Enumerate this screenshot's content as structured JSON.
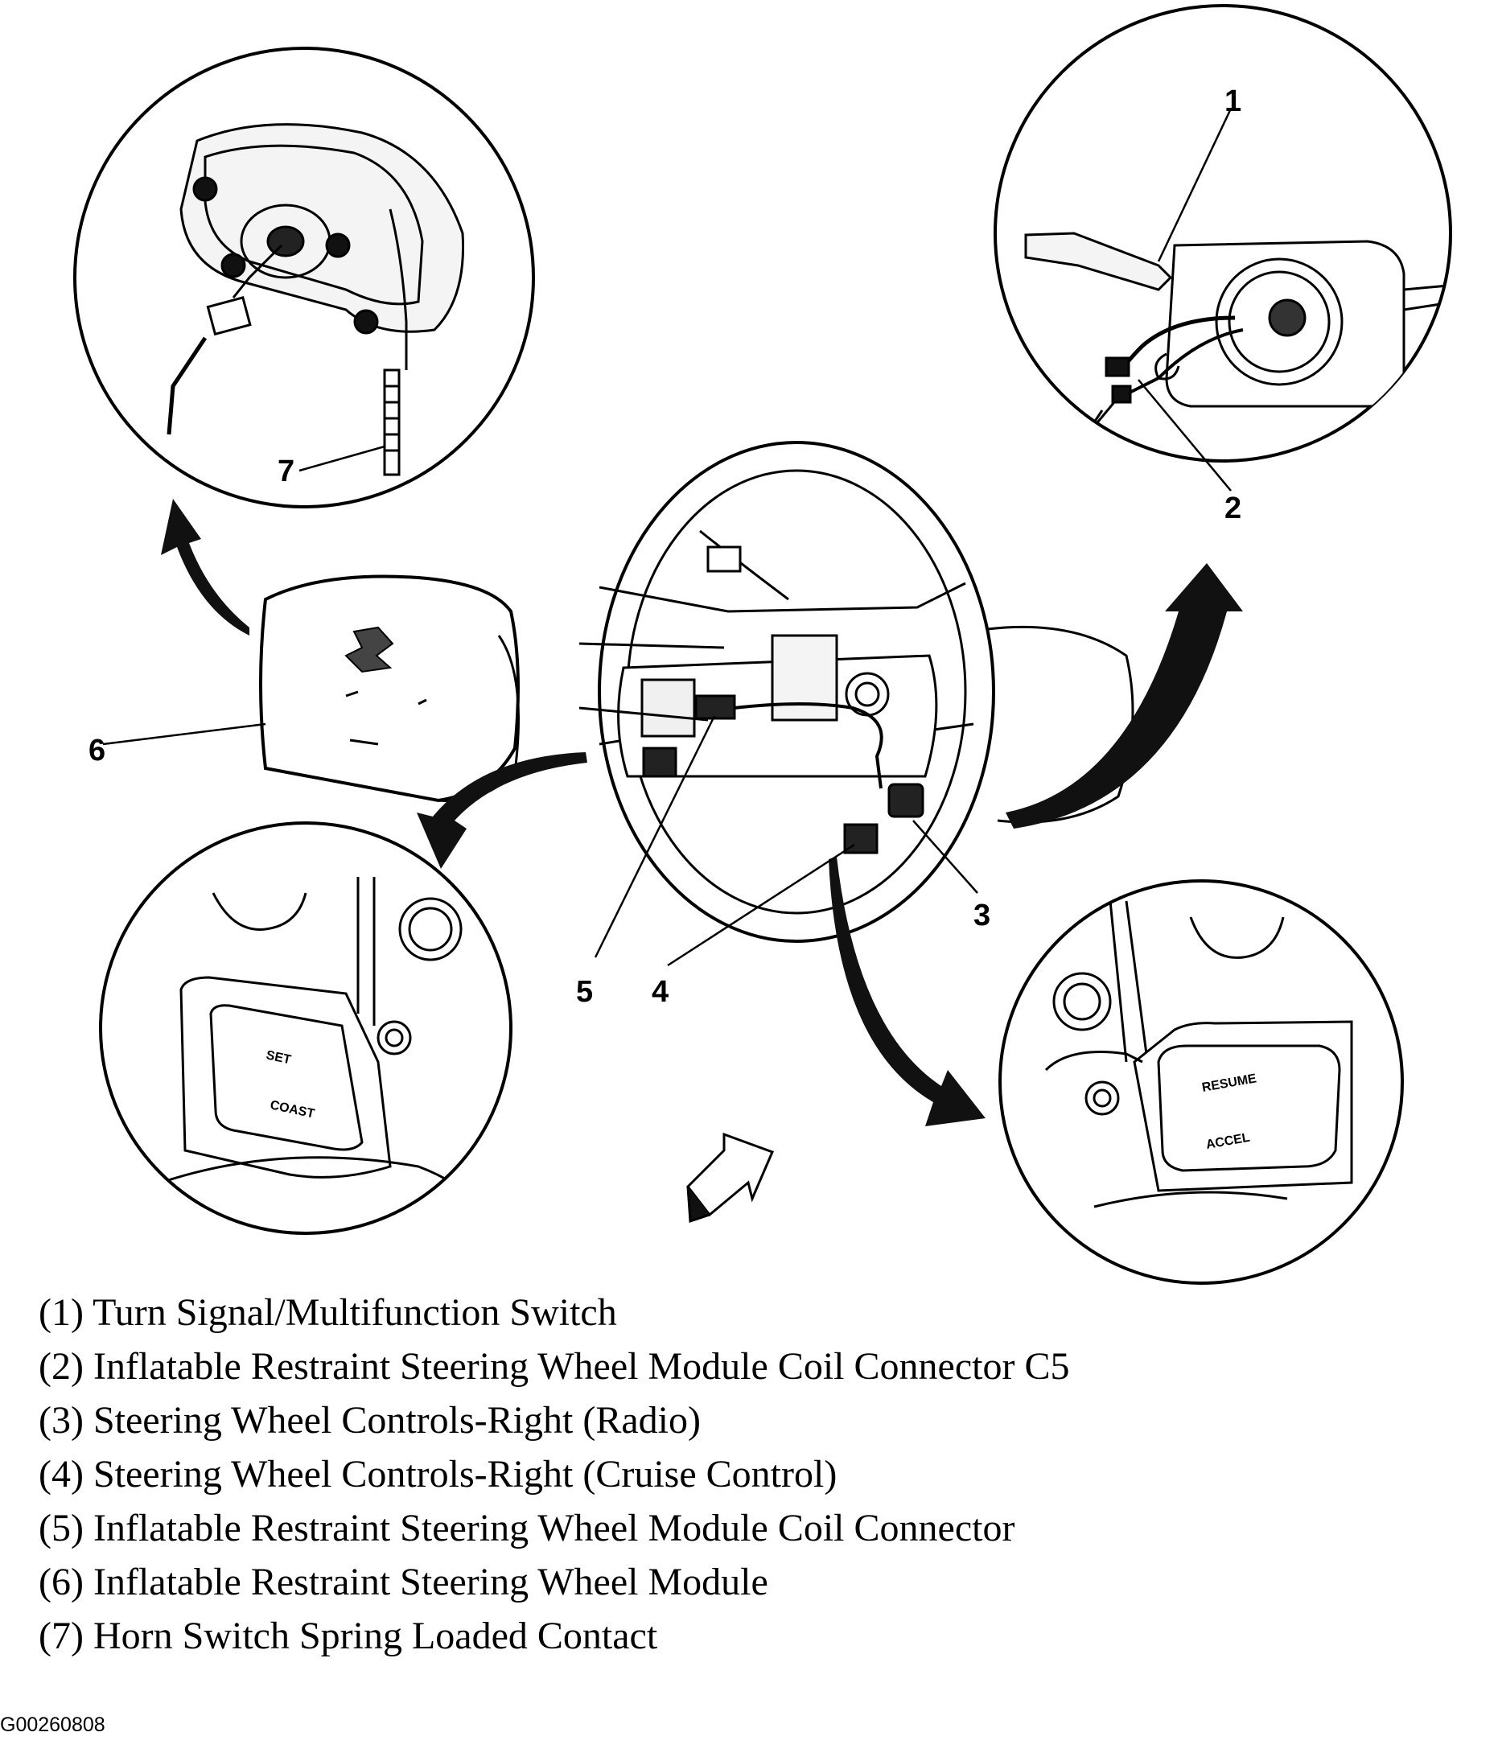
{
  "callouts": {
    "c1": "1",
    "c2": "2",
    "c3": "3",
    "c4": "4",
    "c5": "5",
    "c6": "6",
    "c7": "7"
  },
  "cruise_left": {
    "top_label": "SET",
    "bottom_label": "COAST"
  },
  "cruise_right": {
    "top_label": "RESUME",
    "bottom_label": "ACCEL"
  },
  "legend": [
    {
      "text": "(1) Turn Signal/Multifunction Switch"
    },
    {
      "text": "(2) Inflatable Restraint Steering Wheel Module Coil Connector C5"
    },
    {
      "text": "(3) Steering Wheel Controls-Right (Radio)"
    },
    {
      "text": "(4) Steering Wheel Controls-Right (Cruise Control)"
    },
    {
      "text": "(5) Inflatable Restraint Steering Wheel Module Coil Connector"
    },
    {
      "text": "(6) Inflatable Restraint Steering Wheel Module"
    },
    {
      "text": "(7) Horn Switch Spring Loaded Contact"
    }
  ],
  "figure_id": "G00260808"
}
